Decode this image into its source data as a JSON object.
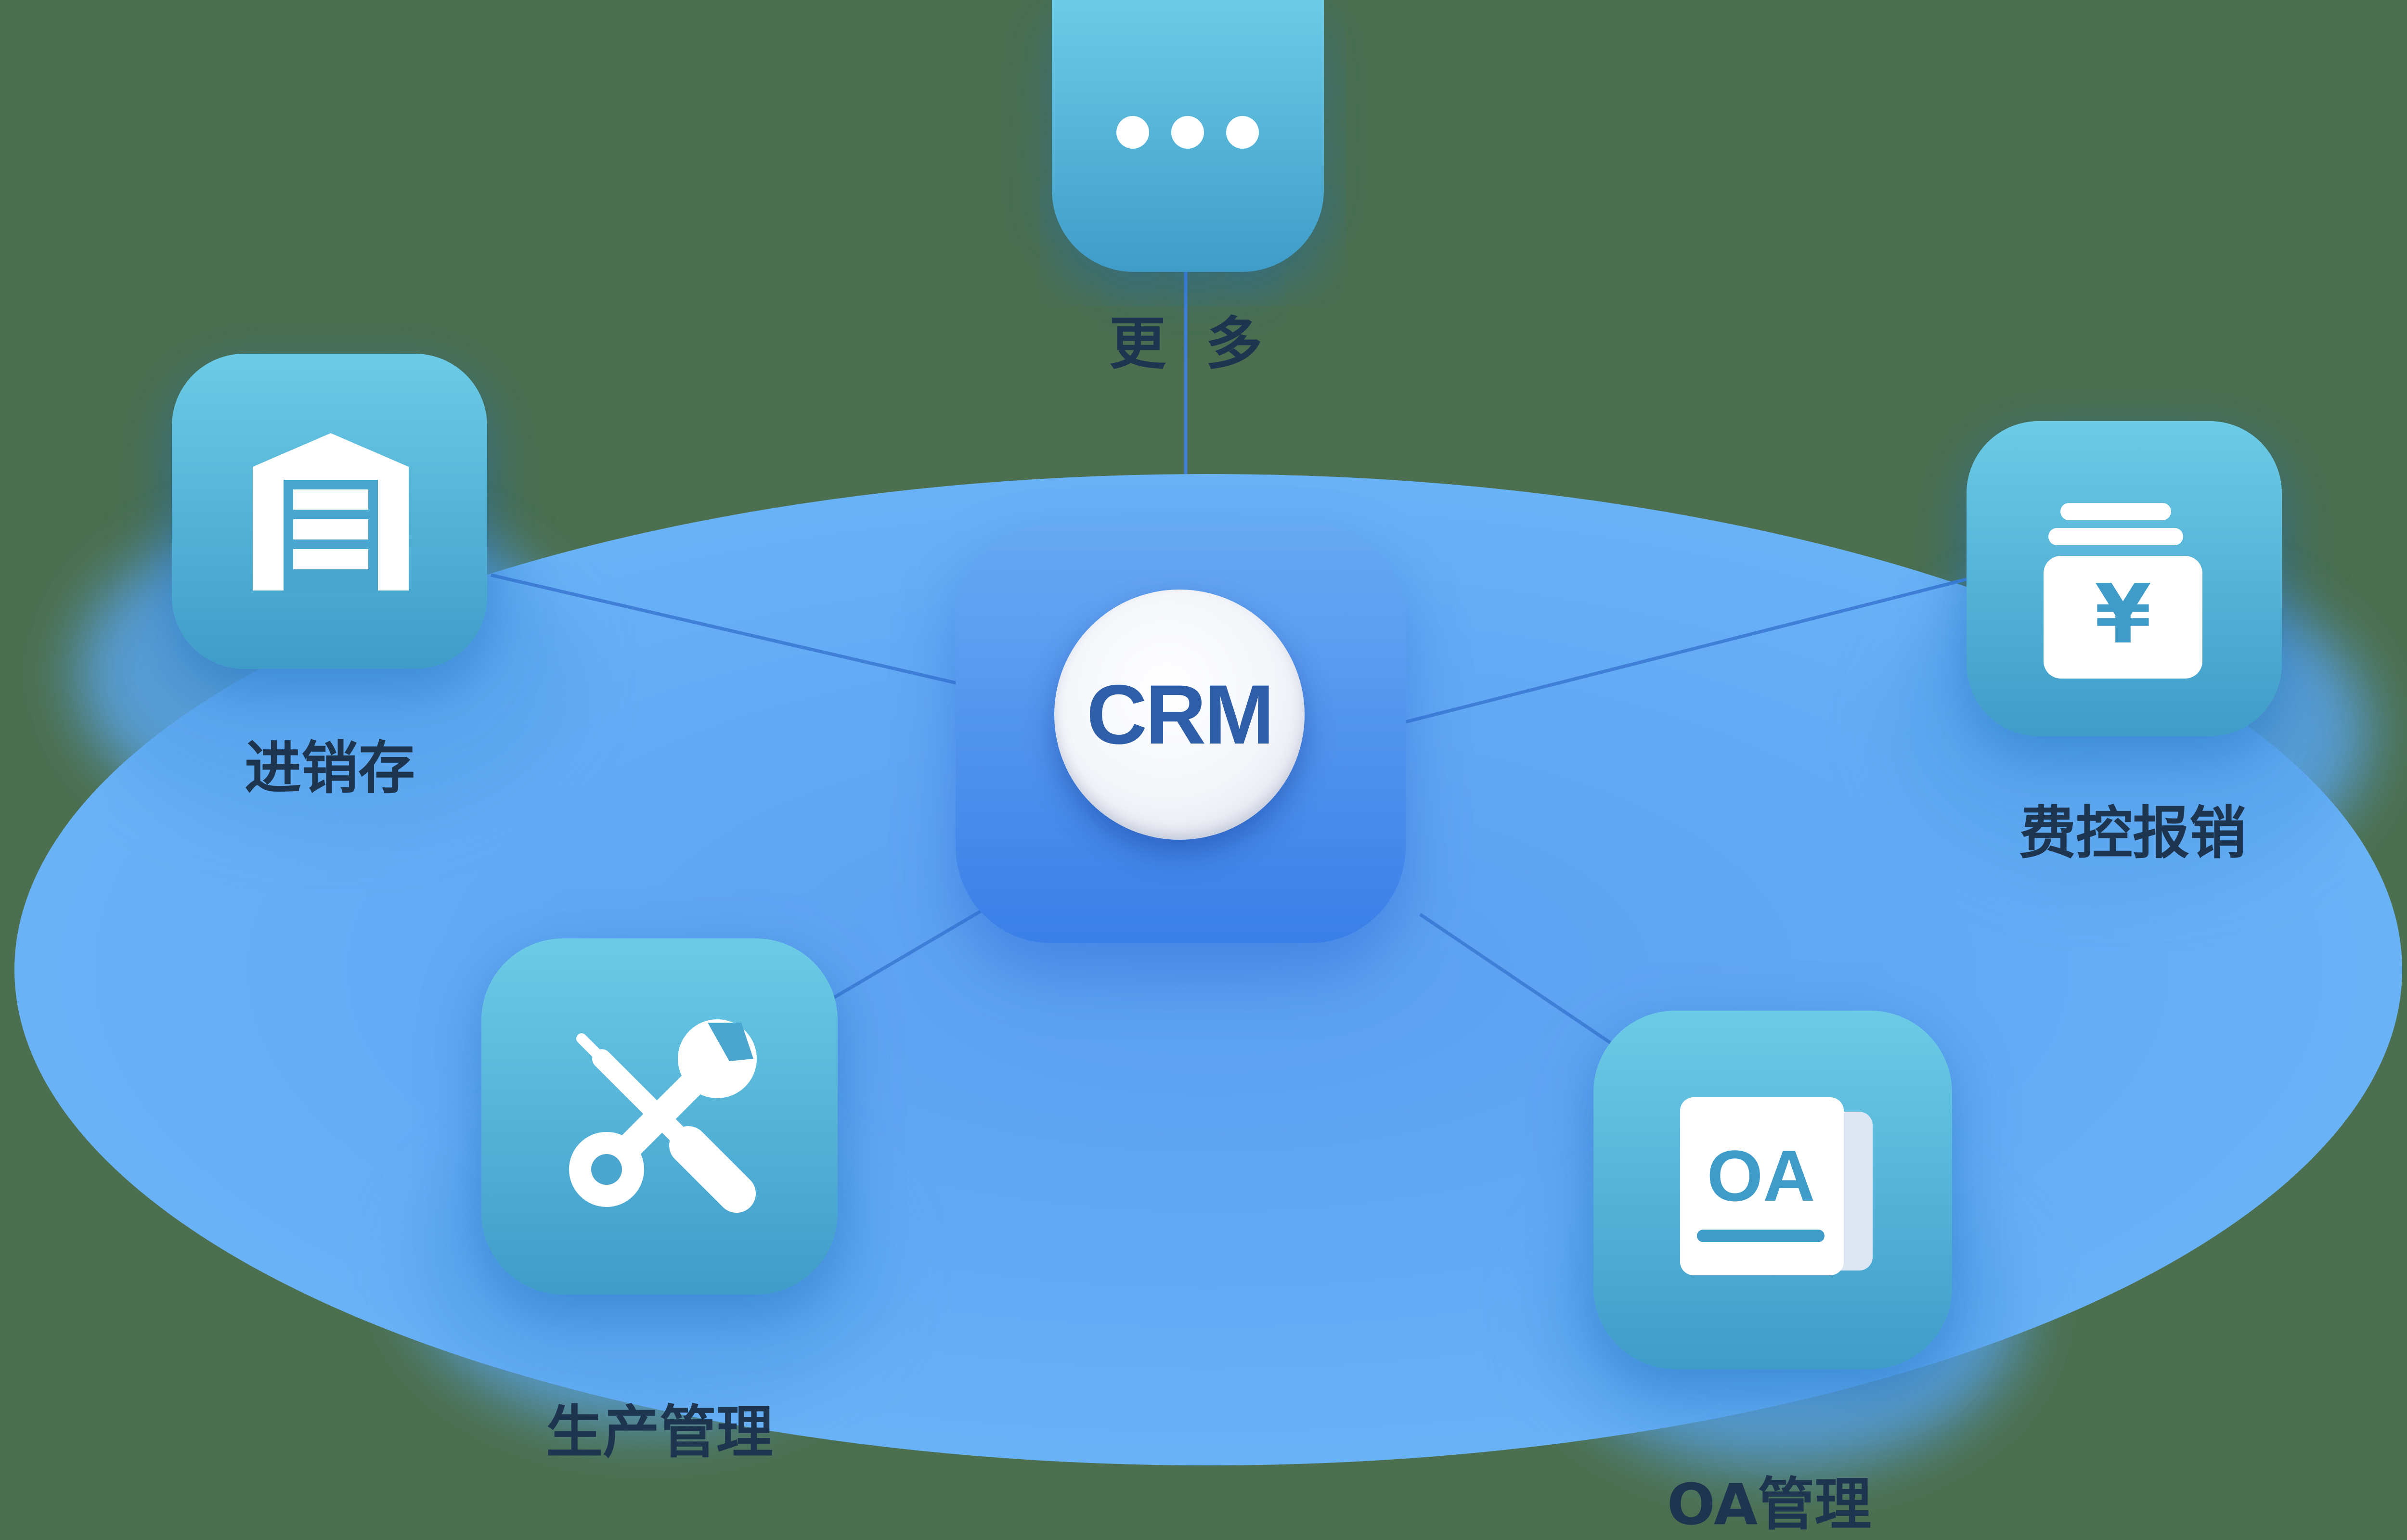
{
  "center": {
    "label": "CRM"
  },
  "nodes": {
    "more": {
      "label": "更  多",
      "icon": "more-dots-icon"
    },
    "inventory": {
      "label": "进销存",
      "icon": "warehouse-icon"
    },
    "expense": {
      "label": "费控报销",
      "icon": "yen-wallet-icon"
    },
    "production": {
      "label": "生产管理",
      "icon": "wrench-screwdriver-icon"
    },
    "oa": {
      "label": "OA管理",
      "icon": "oa-document-icon",
      "badge_text": "OA"
    }
  },
  "colors": {
    "background": "#4b6f4f",
    "ellipse": "#62a9f4",
    "tile_top": "#6ccbe6",
    "tile_bottom": "#3f9cc9",
    "center_tile": "#3a7fe8",
    "crm_text": "#2f5fa8",
    "label_text": "#1e3550"
  }
}
